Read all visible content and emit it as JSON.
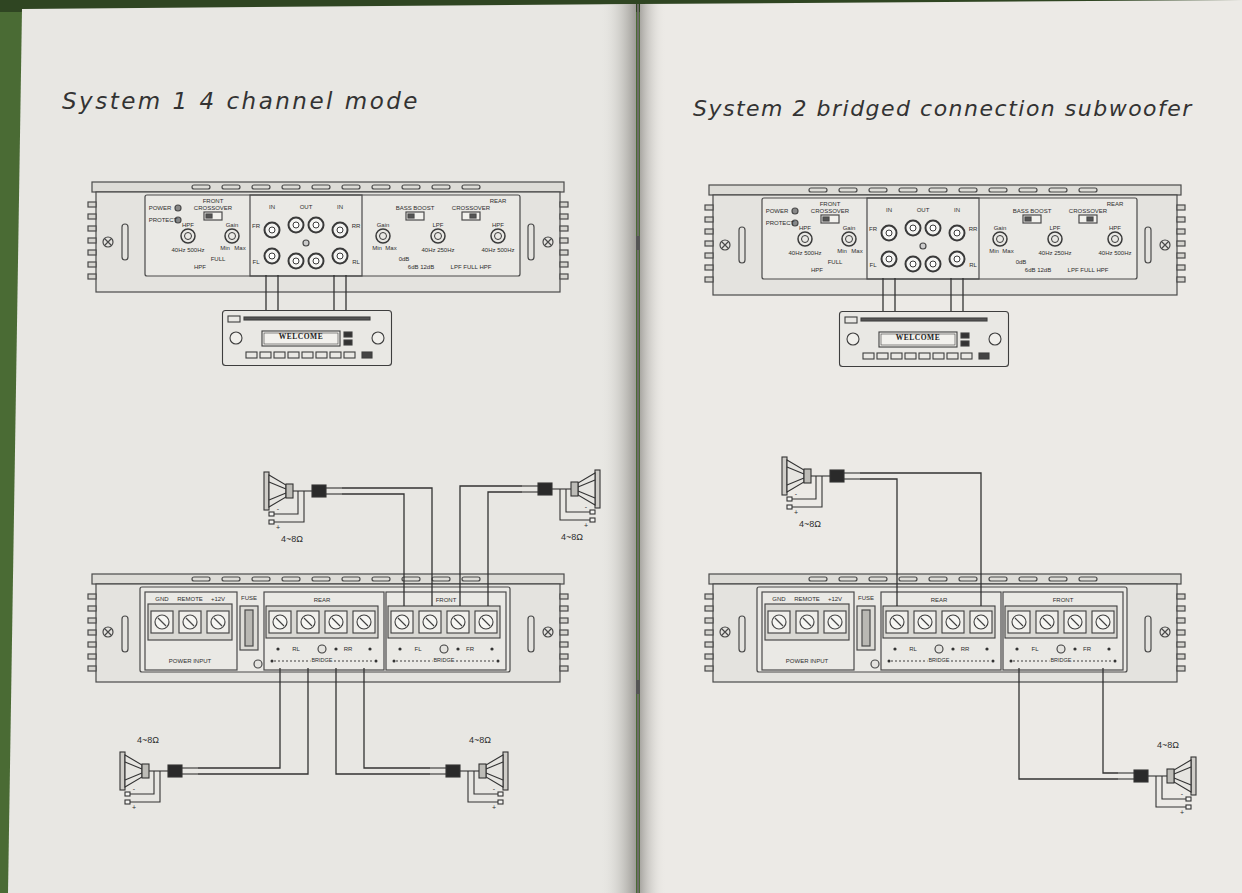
{
  "diagram": {
    "nodes": [
      {
        "text": [
          "FRONT",
          "CROSSOVER",
          "POWER",
          "PROTECT",
          "HPF",
          "40Hz 500Hz",
          "HPF",
          "FULL",
          "Gain",
          "Min",
          "Max",
          "REAR",
          "Gain",
          "Min",
          "Max",
          "BASS BOOST",
          "0dB",
          "6dB 12dB",
          "LPF",
          "40Hz 250Hz",
          "CROSSOVER",
          "LPF FULL HPF",
          "HPF",
          "40Hz 500Hz"
        ]
      },
      {
        "text": [
          "IN",
          "OUT",
          "IN",
          "FR",
          "FL",
          "RR",
          "RL"
        ],
        "in": 0
      },
      {
        "text": [
          "WELCOME"
        ]
      },
      {
        "text": [
          "4~8Ω",
          "-",
          "+"
        ]
      },
      {
        "text": [
          "4~8Ω",
          "-",
          "+"
        ]
      },
      {
        "text": [
          "FUSE",
          "REAR",
          "FRONT"
        ]
      },
      {
        "text": [
          "GND",
          "REMOTE",
          "+12V",
          "POWER INPUT"
        ],
        "in": 5
      },
      {
        "text": [
          "RL",
          "BRIDGE",
          "RR"
        ],
        "in": 5
      },
      {
        "text": [
          "FL",
          "BRIDGE",
          "FR"
        ],
        "in": 5
      },
      {
        "text": [
          "4~8Ω",
          "-",
          "+"
        ]
      },
      {
        "text": [
          "4~8Ω",
          "-",
          "+"
        ]
      },
      {
        "text": [
          "FRONT",
          "CROSSOVER",
          "POWER",
          "PROTECT",
          "HPF",
          "40Hz 500Hz",
          "HPF",
          "FULL",
          "Gain",
          "Min",
          "Max",
          "REAR",
          "Gain",
          "Min",
          "Max",
          "BASS BOOST",
          "0dB",
          "6dB 12dB",
          "LPF",
          "40Hz 250Hz",
          "CROSSOVER",
          "LPF FULL HPF",
          "HPF",
          "40Hz 500Hz"
        ]
      },
      {
        "text": [
          "IN",
          "OUT",
          "IN",
          "FR",
          "FL",
          "RR",
          "RL"
        ],
        "in": 11
      },
      {
        "text": [
          "WELCOME"
        ]
      },
      {
        "text": [
          "4~8Ω",
          "-",
          "+"
        ]
      },
      {
        "text": [
          "FUSE",
          "REAR",
          "FRONT"
        ]
      },
      {
        "text": [
          "GND",
          "REMOTE",
          "+12V",
          "POWER INPUT"
        ],
        "in": 15
      },
      {
        "text": [
          "RL",
          "BRIDGE",
          "RR"
        ],
        "in": 15
      },
      {
        "text": [
          "FL",
          "BRIDGE",
          "FR"
        ],
        "in": 15
      },
      {
        "text": [
          "4~8Ω",
          "-",
          "+"
        ]
      }
    ],
    "edges": [
      {
        "from": 2,
        "to": 1,
        "arrow": "none"
      },
      {
        "from": 2,
        "to": 1,
        "arrow": "none"
      },
      {
        "from": 2,
        "to": 1,
        "arrow": "none"
      },
      {
        "from": 2,
        "to": 1,
        "arrow": "none"
      },
      {
        "from": 3,
        "to": 8,
        "arrow": "none"
      },
      {
        "from": 3,
        "to": 8,
        "arrow": "none"
      },
      {
        "from": 4,
        "to": 8,
        "arrow": "none"
      },
      {
        "from": 4,
        "to": 8,
        "arrow": "none"
      },
      {
        "from": 7,
        "to": 9,
        "arrow": "none"
      },
      {
        "from": 7,
        "to": 9,
        "arrow": "none"
      },
      {
        "from": 7,
        "to": 10,
        "arrow": "none"
      },
      {
        "from": 7,
        "to": 10,
        "arrow": "none"
      },
      {
        "from": 13,
        "to": 12,
        "arrow": "none"
      },
      {
        "from": 13,
        "to": 12,
        "arrow": "none"
      },
      {
        "from": 13,
        "to": 12,
        "arrow": "none"
      },
      {
        "from": 13,
        "to": 12,
        "arrow": "none"
      },
      {
        "from": 14,
        "to": 17,
        "arrow": "none"
      },
      {
        "from": 14,
        "to": 17,
        "arrow": "none"
      },
      {
        "from": 18,
        "to": 19,
        "arrow": "none"
      },
      {
        "from": 18,
        "to": 19,
        "arrow": "none"
      }
    ],
    "labels": [
      "System 1 4 channel mode",
      "System 2 bridged connection subwoofer"
    ]
  }
}
